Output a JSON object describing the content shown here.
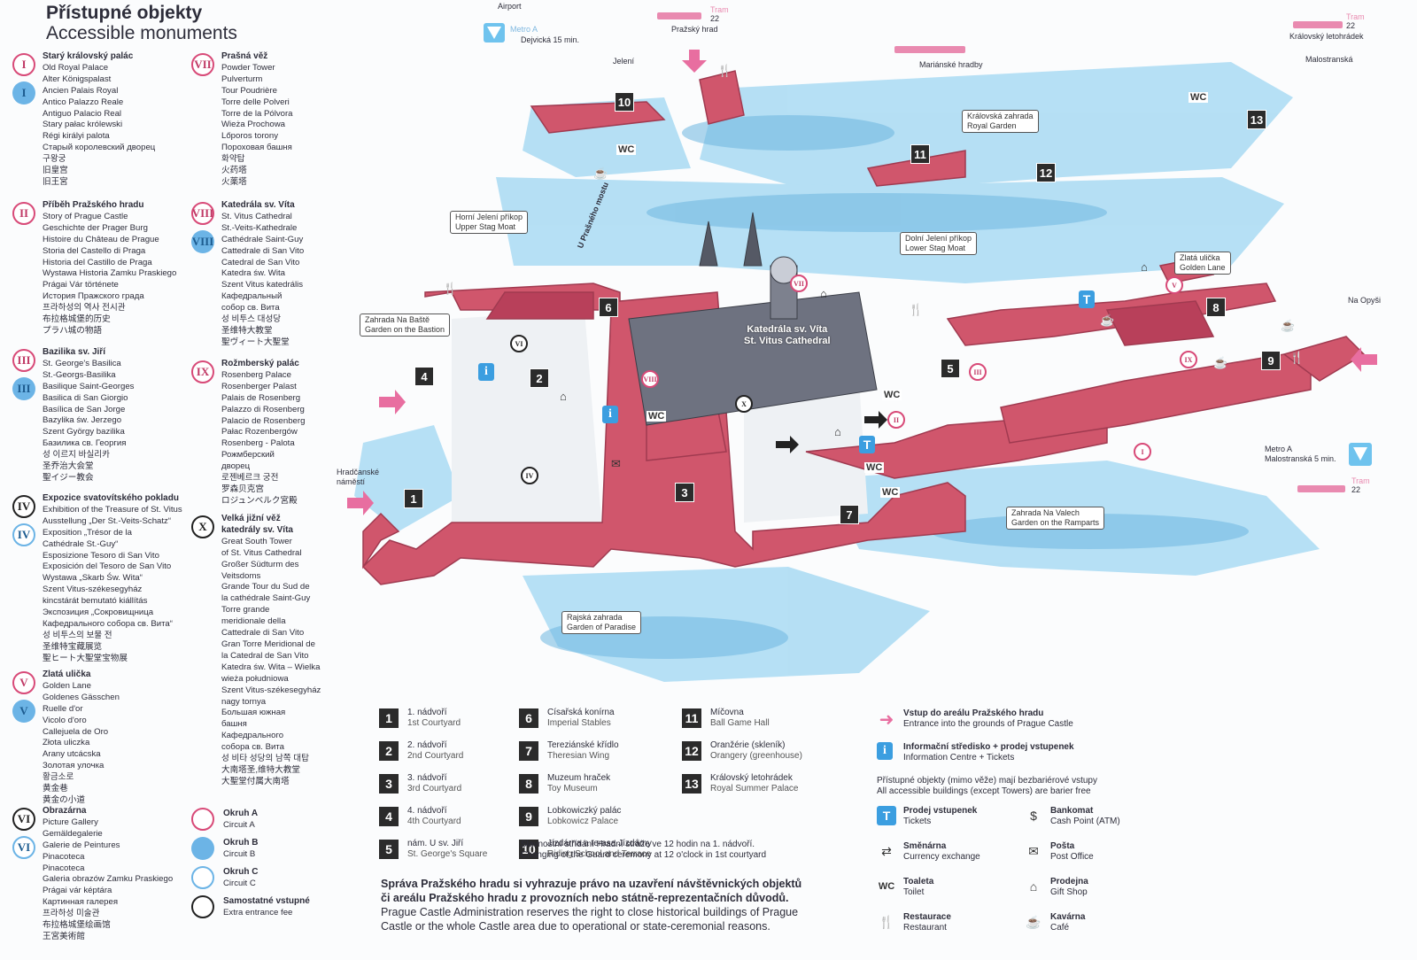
{
  "title": {
    "cz": "Přístupné objekty",
    "en": "Accessible monuments"
  },
  "monuments": [
    {
      "numeral": "I",
      "lines": [
        "Starý královský palác",
        "Old Royal Palace",
        "Alter Königspalast",
        "Ancien Palais Royal",
        "Antico Palazzo Reale",
        "Antiguo Palacio Real",
        "Stary pałac królewski",
        "Régi királyi palota",
        "Старый королевский дворец",
        "구왕궁",
        "旧皇宫",
        "旧王宮"
      ]
    },
    {
      "numeral": "II",
      "lines": [
        "Příběh Pražského hradu",
        "Story of Prague Castle",
        "Geschichte der Prager Burg",
        "Histoire du Château de Prague",
        "Storia del Castello di Praga",
        "Historia del Castillo de Praga",
        "Wystawa Historia Zamku Praskiego",
        "Prágai Vár története",
        "История Пражского града",
        "프라하성의 역사 전시관",
        "布拉格城堡的历史",
        "プラハ城の物語"
      ]
    },
    {
      "numeral": "III",
      "lines": [
        "Bazilika sv. Jiří",
        "St. George's Basilica",
        "St.-Georgs-Basilika",
        "Basilique Saint-Georges",
        "Basilica di San Giorgio",
        "Basílica de San Jorge",
        "Bazylika św. Jerzego",
        "Szent György bazilika",
        "Базилика св. Георгия",
        "성 이르지 바실리카",
        "圣乔治大会堂",
        "聖イジー教会"
      ]
    },
    {
      "numeral": "IV",
      "lines": [
        "Expozice svatovítského pokladu",
        "Exhibition of the Treasure of St. Vitus",
        "Ausstellung „Der St.-Veits-Schatz“",
        "Exposition „Trésor de la",
        "Cathédrale St.-Guy“",
        "Esposizione Tesoro di San Vito",
        "Exposición del Tesoro de San Vito",
        "Wystawa „Skarb Św. Wita“",
        "Szent Vitus-székesegyház",
        "kincstárát bemutató kiállítás",
        "Экспозиция „Сокровищница",
        "Кафедрального собора св. Вита“",
        "성 비투스의 보물 전",
        "圣维特宝藏展览",
        "聖ヒート大聖堂宝物展"
      ]
    },
    {
      "numeral": "V",
      "lines": [
        "Zlatá ulička",
        "Golden Lane",
        "Goldenes Gässchen",
        "Ruelle d'or",
        "Vicolo d'oro",
        "Callejuela de Oro",
        "Złota uliczka",
        "Arany utcácska",
        "Золотая улочка",
        "황금소로",
        "黄金巷",
        "黄金の小道"
      ]
    },
    {
      "numeral": "VI",
      "lines": [
        "Obrazárna",
        "Picture Gallery",
        "Gemäldegalerie",
        "Galerie de Peintures",
        "Pinacoteca",
        "Pinacoteca",
        "Galeria obrazów Zamku Praskiego",
        "Prágai vár képtára",
        "Картинная галерея",
        "프라하성 미술관",
        "布拉格城堡绘画馆",
        "王宮美術館"
      ]
    },
    {
      "numeral": "VII",
      "lines": [
        "Prašná věž",
        "Powder Tower",
        "Pulverturm",
        "Tour Poudrière",
        "Torre delle Polveri",
        "Torre de la Pólvora",
        "Wieża Prochowa",
        "Lőporos torony",
        "Пороховая башня",
        "화약탑",
        "火药塔",
        "火薬塔"
      ]
    },
    {
      "numeral": "VIII",
      "lines": [
        "Katedrála sv. Víta",
        "St. Vitus Cathedral",
        "St.-Veits-Kathedrale",
        "Cathédrale Saint-Guy",
        "Cattedrale di San Vito",
        "Catedral de San Vito",
        "Katedra św. Wita",
        "Szent Vitus katedrális",
        "Кафедральный",
        "собор св. Вита",
        "성 비투스 대성당",
        "圣维特大教堂",
        "聖ヴィート大聖堂"
      ]
    },
    {
      "numeral": "IX",
      "lines": [
        "Rožmberský palác",
        "Rosenberg Palace",
        "Rosenberger Palast",
        "Palais de Rosenberg",
        "Palazzo di Rosenberg",
        "Palacio de Rosenberg",
        "Pałac Rozenbergów",
        "Rosenberg - Palota",
        "Рожмберский",
        "дворец",
        "로젠베르크 궁전",
        "罗森贝克宫",
        "ロジュンベルク宮殿"
      ]
    },
    {
      "numeral": "X",
      "lines": [
        "Velká jižní věž",
        "katedrály sv. Víta",
        "Great South Tower",
        "of St. Vitus Cathedral",
        "Großer Südturm des",
        "Veitsdoms",
        "Grande Tour du Sud de",
        "la cathédrale Saint-Guy",
        "Torre grande",
        "meridionale della",
        "Cattedrale di San Vito",
        "Gran Torre Meridional de",
        "la Catedral de San Vito",
        "Katedra św. Wita – Wielka",
        "wieża południowa",
        "Szent Vitus-székesegyház",
        "nagy tornya",
        "Большая южная",
        "башня",
        "Кафедрального",
        "собора св. Вита",
        "성 비타 성당의 남쪽 대탑",
        "大南塔圣,维特大教堂",
        "大聖堂付属大南塔"
      ]
    }
  ],
  "circuits": [
    {
      "name": "Okruh A",
      "en": "Circuit A",
      "style": "a"
    },
    {
      "name": "Okruh B",
      "en": "Circuit B",
      "style": "b"
    },
    {
      "name": "Okruh C",
      "en": "Circuit C",
      "style": "c"
    },
    {
      "name": "Samostatné vstupné",
      "en": "Extra entrance fee",
      "style": "x"
    }
  ],
  "map": {
    "top_labels": {
      "airport": "Airport",
      "metro_a_top": "Metro A",
      "dejvicka": "Dejvická 15 min.",
      "tram_top": "Tram",
      "tram_top_num": "22",
      "prazsky_hrad": "Pražský hrad",
      "jeleni": "Jelení",
      "marianske": "Mariánské hradby",
      "tram_right": "Tram",
      "tram_right_num": "22",
      "kralovsky_letohradek": "Královský letohrádek",
      "malostranska_top": "Malostranská",
      "na_opysi": "Na Opyši",
      "metro_a_right": "Metro A",
      "malostranska_right": "Malostranská 5 min.",
      "tram_br": "Tram",
      "tram_br_num": "22",
      "hradcanske": "Hradčanské",
      "namesti": "náměstí",
      "u_prasneho_mostu": "U Prašného mostu"
    },
    "boxes": [
      {
        "id": "kralovska",
        "cz": "Královská zahrada",
        "en": "Royal Garden"
      },
      {
        "id": "horni",
        "cz": "Horní Jelení příkop",
        "en": "Upper Stag Moat"
      },
      {
        "id": "dolni",
        "cz": "Dolní Jelení příkop",
        "en": "Lower Stag Moat"
      },
      {
        "id": "zlata",
        "cz": "Zlatá ulička",
        "en": "Golden Lane"
      },
      {
        "id": "basta",
        "cz": "Zahrada Na Baště",
        "en": "Garden on the Bastion"
      },
      {
        "id": "valech",
        "cz": "Zahrada Na Valech",
        "en": "Garden on the Ramparts"
      },
      {
        "id": "rajska",
        "cz": "Rajská zahrada",
        "en": "Garden of Paradise"
      }
    ],
    "cathedral_cz": "Katedrála sv. Víta",
    "cathedral_en": "St. Vitus Cathedral",
    "wc": "WC"
  },
  "legend_numbers": [
    {
      "n": "1",
      "cz": "1. nádvoří",
      "en": "1st Courtyard"
    },
    {
      "n": "2",
      "cz": "2. nádvoří",
      "en": "2nd Courtyard"
    },
    {
      "n": "3",
      "cz": "3. nádvoří",
      "en": "3rd Courtyard"
    },
    {
      "n": "4",
      "cz": "4. nádvoří",
      "en": "4th Courtyard"
    },
    {
      "n": "5",
      "cz": "nám. U sv. Jiří",
      "en": "St. George's Square"
    },
    {
      "n": "6",
      "cz": "Císařská konírna",
      "en": "Imperial Stables"
    },
    {
      "n": "7",
      "cz": "Tereziánské křídlo",
      "en": "Theresian Wing"
    },
    {
      "n": "8",
      "cz": "Muzeum hraček",
      "en": "Toy Museum"
    },
    {
      "n": "9",
      "cz": "Lobkowiczký palác",
      "en": "Lobkowicz Palace"
    },
    {
      "n": "10",
      "cz": "Jízdárna a terasa Jízdárny",
      "en": "Riding School and Terrace"
    },
    {
      "n": "11",
      "cz": "Míčovna",
      "en": "Ball Game Hall"
    },
    {
      "n": "12",
      "cz": "Oranžérie (skleník)",
      "en": "Orangery (greenhouse)"
    },
    {
      "n": "13",
      "cz": "Královský letohrádek",
      "en": "Royal Summer Palace"
    }
  ],
  "guard_note": {
    "cz": "Slavnostní střídání Hradní stráže ve 12 hodin na 1. nádvoří.",
    "en": "Changing of the Guard ceremony at 12 o'clock in 1st courtyard"
  },
  "entrance": {
    "cz": "Vstup do areálu Pražského hradu",
    "en": "Entrance into the grounds of Prague Castle"
  },
  "info_centre": {
    "cz": "Informační středisko + prodej vstupenek",
    "en": "Information Centre + Tickets"
  },
  "barrier_note": {
    "cz": "Přístupné objekty (mimo věže) mají bezbariérové vstupy",
    "en": "All accessible buildings (except Towers) are barier free"
  },
  "services": [
    {
      "icon": "T",
      "cz": "Prodej vstupenek",
      "en": "Tickets"
    },
    {
      "icon": "⇄",
      "cz": "Směnárna",
      "en": "Currency exchange"
    },
    {
      "icon": "WC",
      "cz": "Toaleta",
      "en": "Toilet"
    },
    {
      "icon": "🍴",
      "cz": "Restaurace",
      "en": "Restaurant"
    },
    {
      "icon": "$",
      "cz": "Bankomat",
      "en": "Cash Point (ATM)"
    },
    {
      "icon": "✉",
      "cz": "Pošta",
      "en": "Post Office"
    },
    {
      "icon": "⌂",
      "cz": "Prodejna",
      "en": "Gift Shop"
    },
    {
      "icon": "☕",
      "cz": "Kavárna",
      "en": "Café"
    }
  ],
  "admin_note": {
    "cz1": "Správa Pražského hradu si vyhrazuje právo na uzavření návštěvnických objektů",
    "cz2": "či areálu Pražského hradu z provozních nebo státně-reprezentačních důvodů.",
    "en1": "Prague Castle Administration reserves the right to close historical buildings of Prague",
    "en2": "Castle or the whole Castle area due to operational or state-ceremonial reasons."
  },
  "colors": {
    "roof": "#d0566c",
    "roof_dark": "#b8405a",
    "courtyard": "#f4f6f8",
    "tree": "#9fd4f0",
    "tree_dark": "#5aaad8",
    "accent_pink": "#d84a78",
    "info_blue": "#3b9ee0"
  }
}
